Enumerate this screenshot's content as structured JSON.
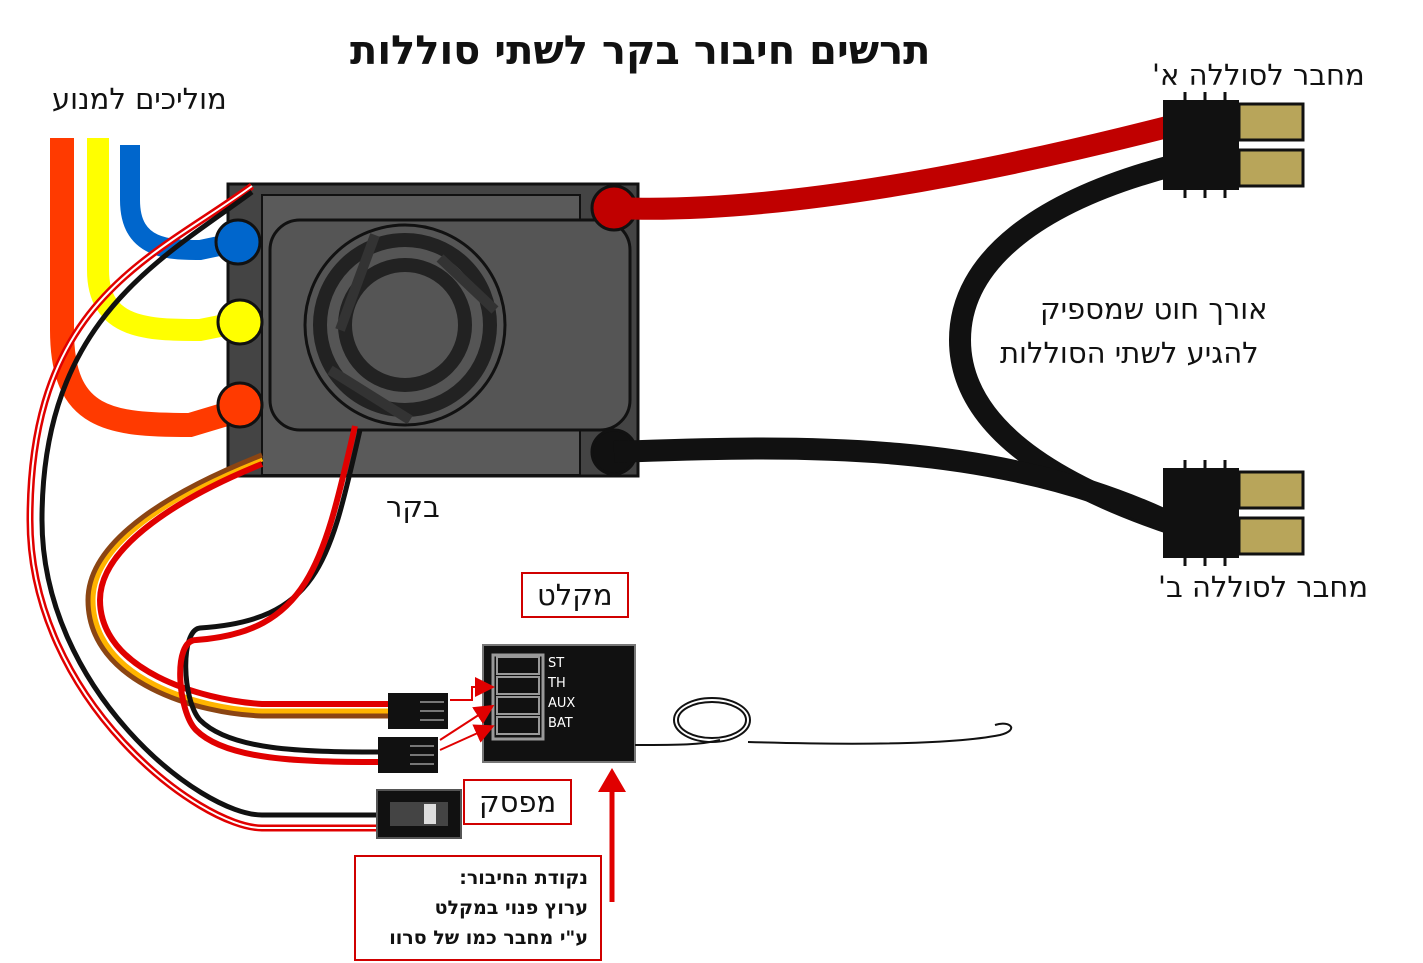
{
  "title": "תרשים חיבור בקר לשתי סוללות",
  "labels": {
    "motor_leads": "מוליכים למנוע",
    "connector_a": "מחבר לסוללה א'",
    "connector_b": "מחבר לסוללה ב'",
    "wire_length_line1": "אורך חוט שמספיק",
    "wire_length_line2": "להגיע לשתי הסוללות",
    "esc": "בקר",
    "receiver": "מקלט",
    "switch": "מפסק"
  },
  "receiver_channels": [
    "ST",
    "TH",
    "AUX",
    "BAT"
  ],
  "note": {
    "line1": "נקודת החיבור:",
    "line2": "ערוץ פנוי במקלט",
    "line3": "ע\"י מחבר כמו של סרוו"
  },
  "colors": {
    "red_wire": "#c00000",
    "black_wire": "#111111",
    "motor_orange": "#ff3a00",
    "motor_yellow": "#ffff00",
    "motor_blue": "#0066cc",
    "esc_body": "#555555",
    "connector_gold": "#b8a55a",
    "label_border": "#d00000"
  }
}
